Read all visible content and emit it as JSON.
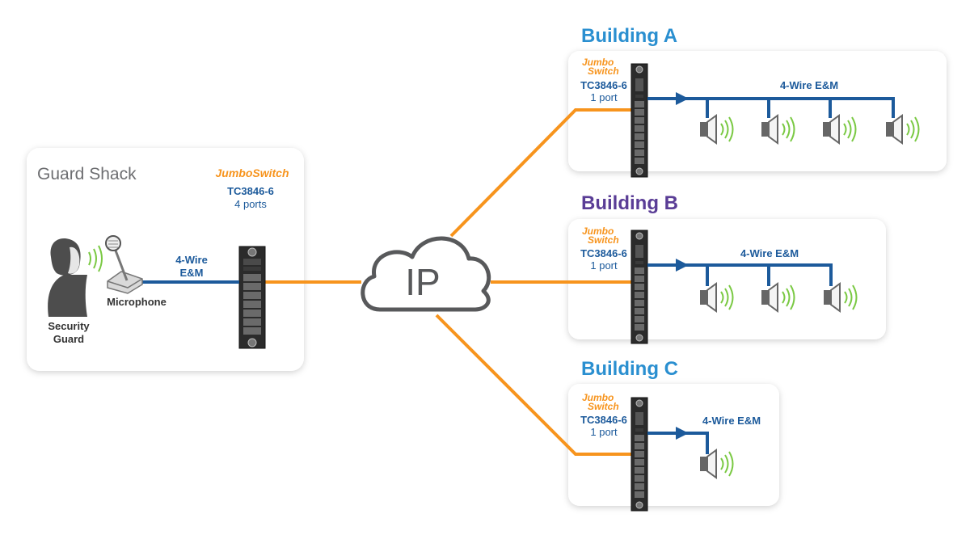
{
  "colors": {
    "building_a": "#2a8fd0",
    "building_b": "#5a3d96",
    "building_c": "#2a8fd0",
    "ip_link": "#f7941d",
    "analog_link": "#1c5a9b",
    "sound_wave": "#7ac943",
    "logo": "#f7941d"
  },
  "guard_shack": {
    "title": "Guard Shack",
    "logo": "JumboSwitch",
    "model": "TC3846-6",
    "ports": "4 ports",
    "wire_label_1": "4-Wire",
    "wire_label_2": "E&M",
    "microphone_label": "Microphone",
    "guard_label_1": "Security",
    "guard_label_2": "Guard"
  },
  "cloud": {
    "label": "IP"
  },
  "buildings": [
    {
      "title": "Building A",
      "logo_1": "Jumbo",
      "logo_2": "Switch",
      "model": "TC3846-6",
      "ports": "1 port",
      "wire_label": "4-Wire E&M",
      "speakers": 4
    },
    {
      "title": "Building B",
      "logo_1": "Jumbo",
      "logo_2": "Switch",
      "model": "TC3846-6",
      "ports": "1 port",
      "wire_label": "4-Wire E&M",
      "speakers": 3
    },
    {
      "title": "Building C",
      "logo_1": "Jumbo",
      "logo_2": "Switch",
      "model": "TC3846-6",
      "ports": "1 port",
      "wire_label": "4-Wire E&M",
      "speakers": 1
    }
  ]
}
